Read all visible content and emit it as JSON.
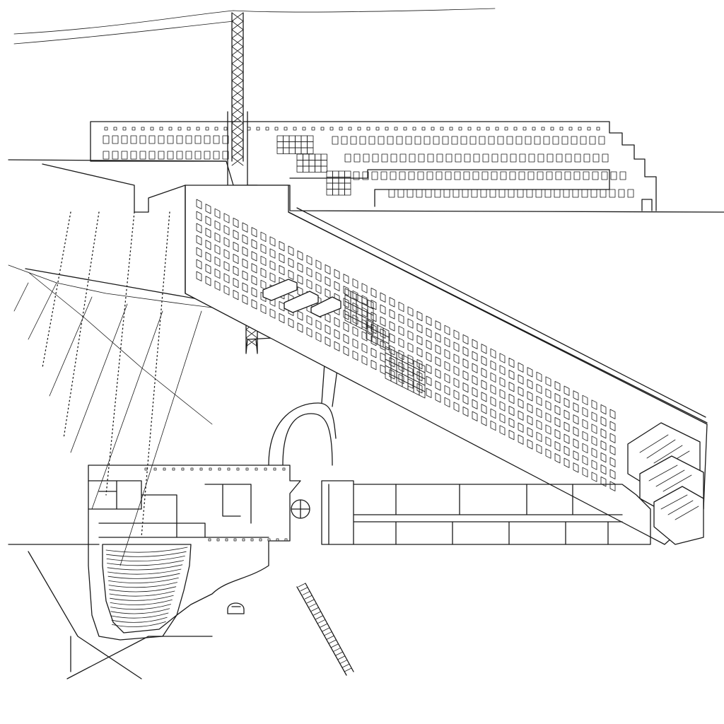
{
  "drawing": {
    "kind": "architectural drawing",
    "views": [
      "elevation",
      "axonometric",
      "floor plan"
    ],
    "ink_color": "#1a1a1a",
    "paper_color": "#ffffff"
  },
  "elements": {
    "elevation": {
      "window_rows": 4
    },
    "axonometric": {
      "window_rows": 7,
      "stair_bays": 3
    },
    "plan": {
      "auditorium_rows": 18
    }
  }
}
